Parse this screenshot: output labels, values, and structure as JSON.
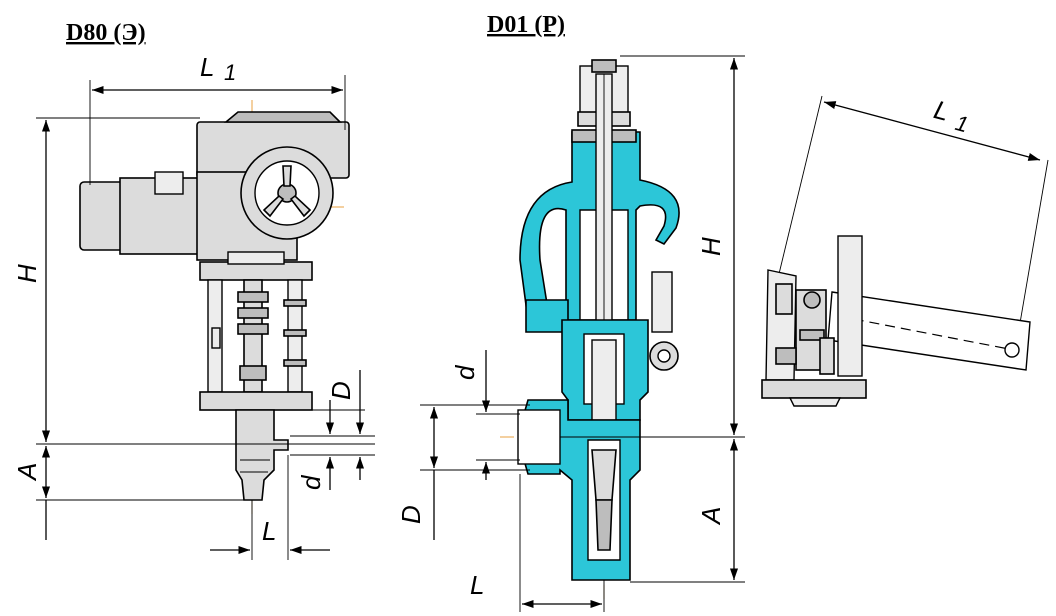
{
  "views": {
    "left": {
      "title": "D80 (Э)"
    },
    "middle": {
      "title": "D01 (Р)"
    }
  },
  "dimensions": {
    "L1": "L",
    "L1_sub": "1",
    "H": "H",
    "A": "A",
    "D": "D",
    "d": "d",
    "L": "L"
  },
  "colors": {
    "section_fill": "#2cc6d8",
    "centerline": "#e8a040",
    "body_fill": "#dcdcdc"
  }
}
